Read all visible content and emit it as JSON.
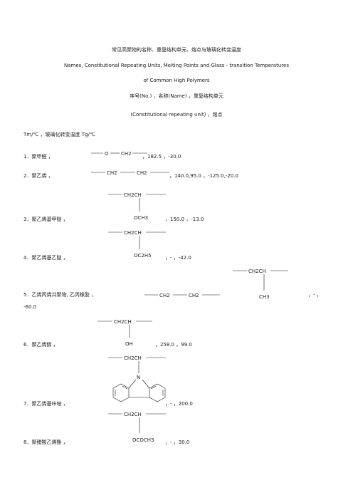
{
  "title_cn": "常见高聚物的名称、重复结构单元、熔点与玻璃化转变温度",
  "title_en_1": "Names, Constitutional Repeating Units, Melting Points and Glass - transition Temperatures",
  "title_en_2": "of Common High Polymers",
  "header_cn": "序号(No.) ，名称(Name) ，重复结构单元",
  "header_en": "(Constitutional repeating unit) ，熔点",
  "header_temp": "Tm/℃ ，玻璃化转变温度 Tg/℃",
  "entries": [
    {
      "label": "1．聚甲醛 ，",
      "values": "，182.5 ，-30.0",
      "groups": [
        "O",
        "CH2"
      ]
    },
    {
      "label": "2．聚乙烯 ，",
      "values": "，140.0,95.0 ，-125.0,-20.0",
      "groups": [
        "CH2",
        "CH2"
      ]
    },
    {
      "label": "3．聚乙烯基甲醚 ，",
      "values": "，150.0 ，-13.0",
      "groups": [
        "CH2CH",
        "OCH3"
      ]
    },
    {
      "label": "4．聚乙烯基乙醚 ，",
      "values": "，- ，-42.0",
      "groups": [
        "CH2CH",
        "OC2H5"
      ]
    },
    {
      "label": "5．乙烯丙烯共聚物, 乙丙橡胶 ，",
      "values": "，- ，",
      "values_cont": "-60.0",
      "groups": [
        "CH2",
        "CH2",
        "CH2CH",
        "CH3"
      ]
    },
    {
      "label": "6．聚乙烯醇 ，",
      "values": "，258.0 ，99.0",
      "groups": [
        "CH2CH",
        "OH"
      ]
    },
    {
      "label": "7．聚乙烯基咔唑 ，",
      "values": "，- ，200.0",
      "groups": [
        "CH2CH",
        "N"
      ]
    },
    {
      "label": "8．聚醋酸乙烯酯 ，",
      "values": "，- ，30.0",
      "groups": [
        "CH2CH",
        "OCOCH3"
      ]
    }
  ]
}
